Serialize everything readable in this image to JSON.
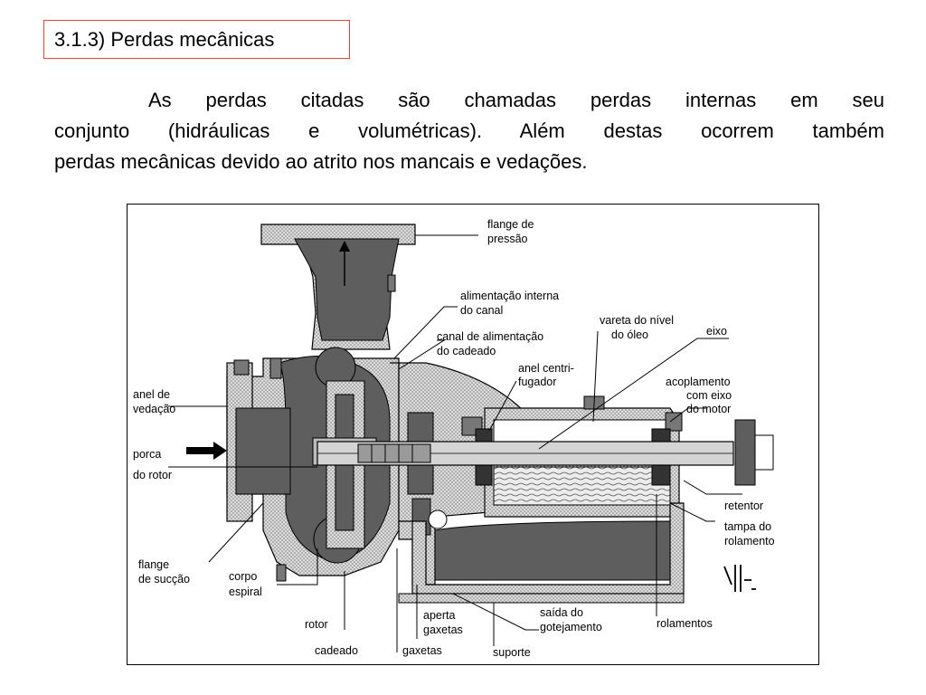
{
  "heading": "3.1.3) Perdas mecânicas",
  "paragraph": {
    "line1": "As perdas citadas são chamadas perdas internas em seu",
    "line2": "conjunto (hidráulicas e volumétricas). Além destas ocorrem também",
    "line3": "perdas mecânicas devido ao atrito nos mancais e vedações."
  },
  "figure": {
    "labels": {
      "flange_pressao_1": "flange de",
      "flange_pressao_2": "pressão",
      "alimentacao_interna_1": "alimentação interna",
      "alimentacao_interna_2": "do canal",
      "canal_alimentacao_1": "canal de alimentação",
      "canal_alimentacao_2": "do cadeado",
      "vareta_1": "vareta do nível",
      "vareta_2": "do óleo",
      "eixo": "eixo",
      "anel_centrifugador_1": "anel centri-",
      "anel_centrifugador_2": "fugador",
      "acoplamento_1": "acoplamento",
      "acoplamento_2": "com eixo",
      "acoplamento_3": "do motor",
      "anel_vedacao_1": "anel de",
      "anel_vedacao_2": "vedação",
      "porca_rotor_1": "porca",
      "porca_rotor_2": "do rotor",
      "flange_succao_1": "flange",
      "flange_succao_2": "de sucção",
      "corpo_espiral_1": "corpo",
      "corpo_espiral_2": "espiral",
      "rotor": "rotor",
      "cadeado": "cadeado",
      "aperta_gaxetas_1": "aperta",
      "aperta_gaxetas_2": "gaxetas",
      "gaxetas": "gaxetas",
      "saida_gotejamento_1": "saída do",
      "saida_gotejamento_2": "gotejamento",
      "suporte": "suporte",
      "rolamentos": "rolamentos",
      "retentor": "retentor",
      "tampa_rolamento_1": "tampa do",
      "tampa_rolamento_2": "rolamento"
    },
    "colors": {
      "metal_dark": "#5e5e5e",
      "metal_light": "#d4d4d4",
      "stroke": "#000000"
    }
  }
}
